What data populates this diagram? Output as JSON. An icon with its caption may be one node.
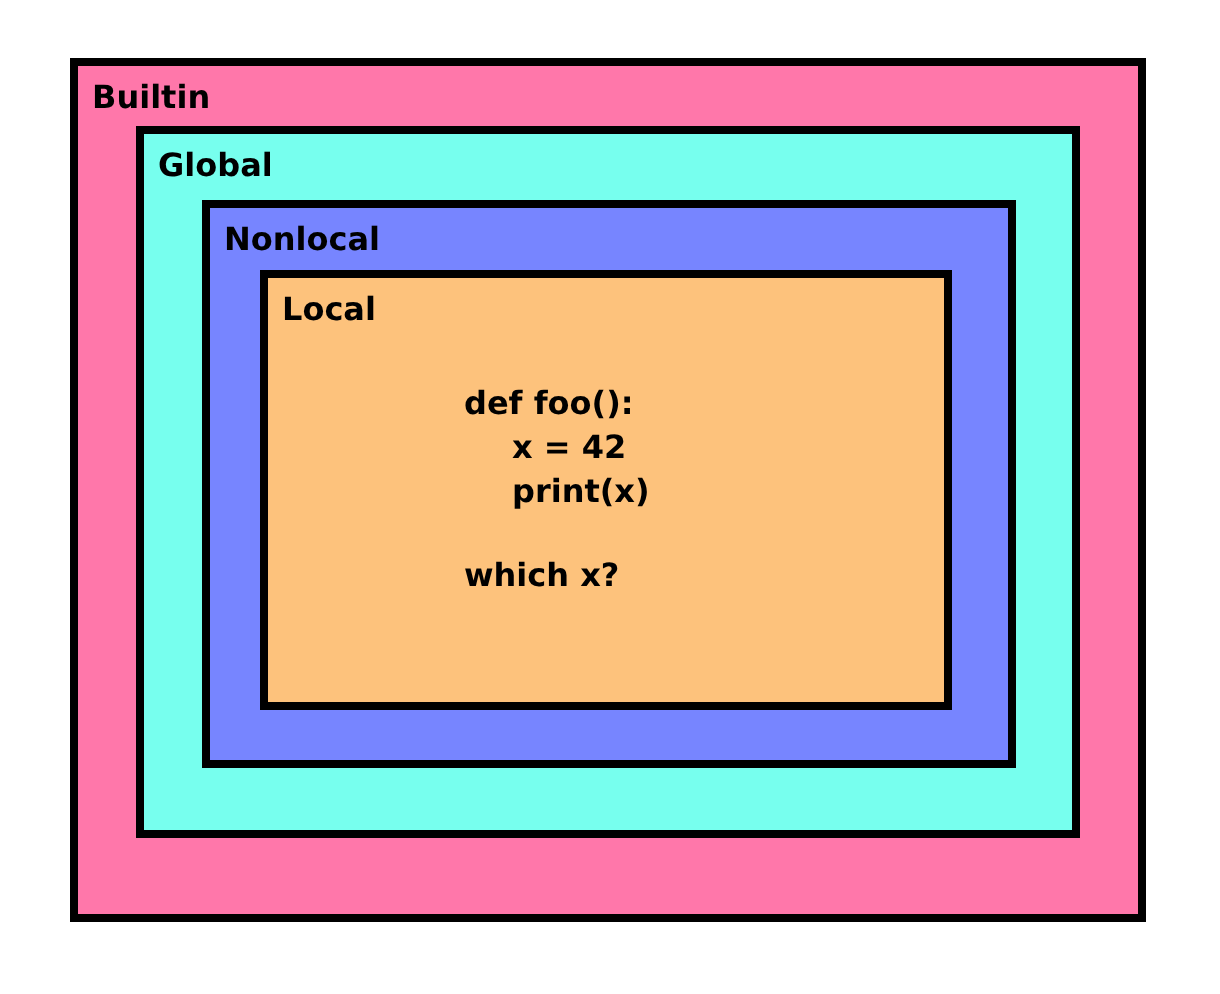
{
  "diagram": {
    "nodes": [
      {
        "text": [
          "Builtin"
        ]
      },
      {
        "text": [
          "Global"
        ],
        "in": 0
      },
      {
        "text": [
          "Nonlocal"
        ],
        "in": 1
      },
      {
        "text": [
          "Local",
          "def foo():",
          "x = 42",
          "print(x)",
          "which x?"
        ],
        "in": 2
      }
    ]
  }
}
